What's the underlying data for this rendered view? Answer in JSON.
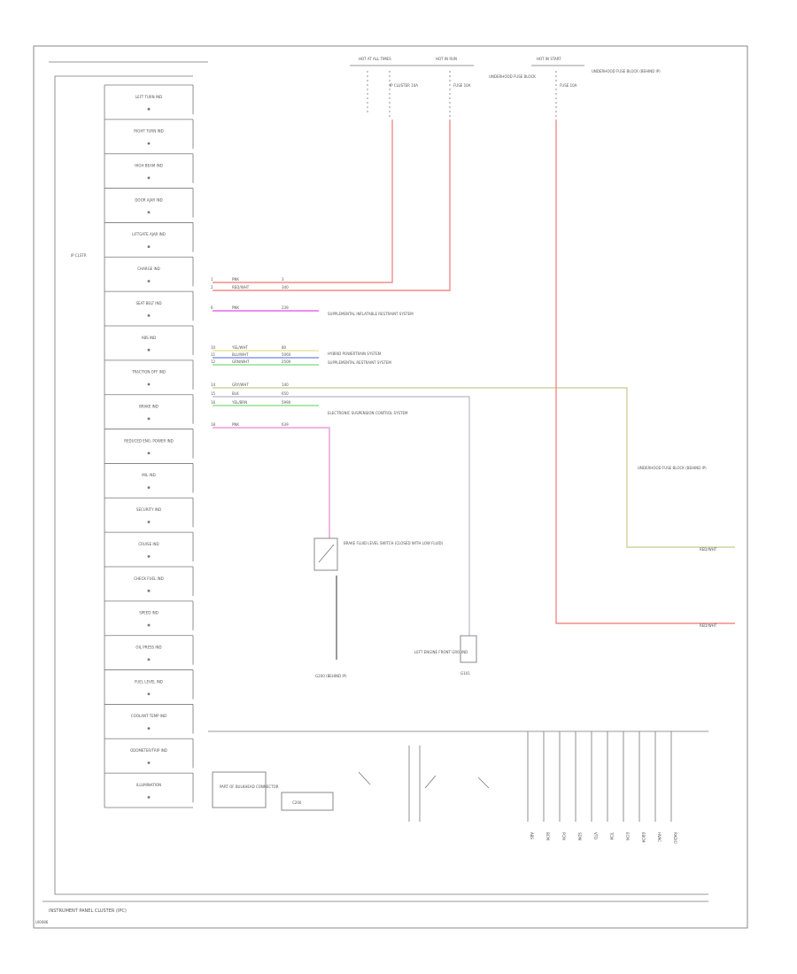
{
  "module": {
    "name": "INSTRUMENT PANEL CLUSTER (IPC)",
    "side_label": "IP CLSTR"
  },
  "footer": {
    "code": "UI0086"
  },
  "colors": {
    "red": "#f28b8b",
    "pink": "#f09ad8",
    "magenta": "#e868e8",
    "yellow": "#e6e6a0",
    "blue": "#8a96e8",
    "green": "#8fe08f",
    "olive": "#d2d2a0",
    "gray": "#c4c4d4",
    "black": "#555555"
  },
  "segments": [
    "LEFT TURN IND",
    "RIGHT TURN IND",
    "HIGH BEAM IND",
    "DOOR AJAR IND",
    "LIFTGATE AJAR IND",
    "CHARGE IND",
    "SEAT BELT IND",
    "ABS IND",
    "TRACTION OFF IND",
    "BRAKE IND",
    "REDUCED ENG. POWER IND",
    "MIL IND",
    "SECURITY IND",
    "CRUISE IND",
    "CHECK FUEL IND",
    "SPEED IND",
    "OIL PRESS IND",
    "FUEL LEVEL IND",
    "COOLANT TEMP IND",
    "ODOMETER/TRIP IND",
    "ILLUMINATION"
  ],
  "top_sources": [
    {
      "label": "HOT AT ALL TIMES",
      "fuse": "IP CLUSTER 10A"
    },
    {
      "label": "HOT IN RUN",
      "fuse": "FUSE 10A"
    },
    {
      "label": "UNDERHOOD FUSE BLOCK",
      "fuse": ""
    },
    {
      "label": "HOT IN START",
      "fuse": "FUSE 10A"
    }
  ],
  "wires": [
    {
      "pin": "1",
      "color": "PNK",
      "circuit": "3"
    },
    {
      "pin": "2",
      "color": "RED/WHT",
      "circuit": "340"
    },
    {
      "pin": "6",
      "color": "PNK",
      "circuit": "239"
    },
    {
      "pin": "10",
      "color": "YEL/WHT",
      "circuit": "80"
    },
    {
      "pin": "11",
      "color": "BLU/WHT",
      "circuit": "5060"
    },
    {
      "pin": "12",
      "color": "GRN/WHT",
      "circuit": "2500"
    },
    {
      "pin": "14",
      "color": "GRY/WHT",
      "circuit": "140"
    },
    {
      "pin": "15",
      "color": "BLK",
      "circuit": "650"
    },
    {
      "pin": "16",
      "color": "YEL/BRN",
      "circuit": "5990"
    },
    {
      "pin": "18",
      "color": "PNK",
      "circuit": "639"
    }
  ],
  "destinations": {
    "d1": "SUPPLEMENTAL INFLATABLE RESTRAINT SYSTEM",
    "d2": "HYBRID POWERTRAIN SYSTEM",
    "d3": "SUPPLEMENTAL RESTRAINT SYSTEM",
    "d4": "ELECTRONIC SUSPENSION CONTROL SYSTEM"
  },
  "components": {
    "underhood_fuse": "UNDERHOOD FUSE BLOCK (BEHIND IP)",
    "brake_switch": "BRAKE FLUID LEVEL SWITCH (CLOSED WITH LOW FLUID)",
    "ground_left": "G200 (BEHIND IP)",
    "ground_right": "LEFT ENGINE FRONT GROUND",
    "ground_g": "G101"
  },
  "right_out": {
    "top": "RED/WHT",
    "bottom": "RED/WHT"
  },
  "legend_texts": {
    "l1": "PART OF BULKHEAD CONNECTOR",
    "l2": "C200",
    "vertical": [
      "ABS",
      "BCM",
      "PCM",
      "SDM",
      "VTD",
      "TCM",
      "ECM",
      "EBCM",
      "HVAC",
      "RADIO"
    ]
  }
}
